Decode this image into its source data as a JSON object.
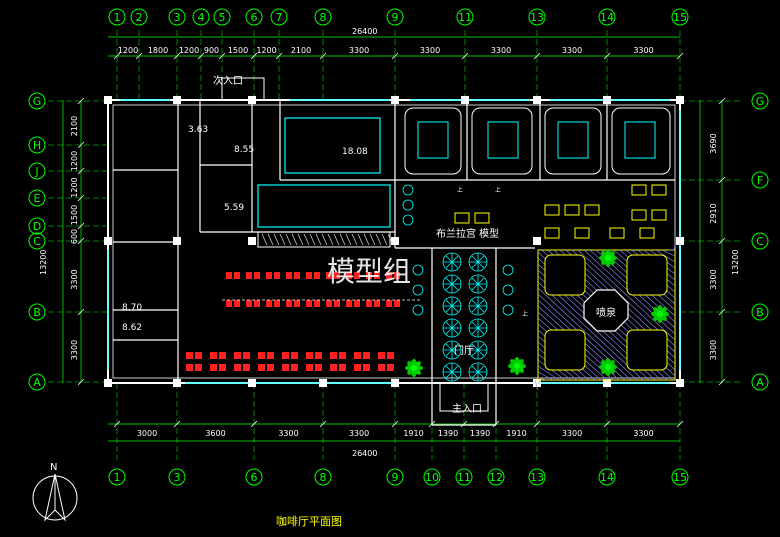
{
  "watermark": "模型组",
  "title": "咖啡厅平面图",
  "entrance_side": "次入口",
  "entrance_main": "主入口",
  "lobby": "门厅",
  "fountain": "喷泉",
  "bar_sign": "布兰拉宫  模型",
  "north": "N",
  "top_total": "26400",
  "bottom_total": "26400",
  "left_total": "13200",
  "right_total": "13200",
  "top_axes": [
    "1",
    "2",
    "3",
    "4",
    "5",
    "6",
    "7",
    "8",
    "9",
    "11",
    "13",
    "14",
    "15"
  ],
  "bottom_axes": [
    "1",
    "3",
    "6",
    "8",
    "9",
    "10",
    "11",
    "12",
    "13",
    "14",
    "15"
  ],
  "left_axes": [
    "G",
    "H",
    "J",
    "E",
    "D",
    "C",
    "B",
    "A"
  ],
  "right_axes": [
    "G",
    "F",
    "C",
    "B",
    "A"
  ],
  "top_dims": [
    "1200",
    "1800",
    "1200",
    "900",
    "1500",
    "1200",
    "2100",
    "3300",
    "3300",
    "3300",
    "3300",
    "3300"
  ],
  "bottom_dims": [
    "3000",
    "3600",
    "3300",
    "3300",
    "1910",
    "1390",
    "1390",
    "1910",
    "3300",
    "3300"
  ],
  "left_dims": [
    "2100",
    "1200",
    "1200",
    "1500",
    "600",
    "3300",
    "3300"
  ],
  "right_dims": [
    "3690",
    "2910",
    "3300",
    "3300"
  ],
  "room_values": [
    "3.63",
    "8.55",
    "18.08",
    "5.59",
    "8.70",
    "8.62"
  ],
  "up_mark": "上",
  "colors": {
    "axis": "#00ff00",
    "wall": "#ffffff",
    "window": "#00ffff",
    "furniture": "#ff2020",
    "tree": "#00cc00",
    "hatch": "#8a8aff"
  }
}
